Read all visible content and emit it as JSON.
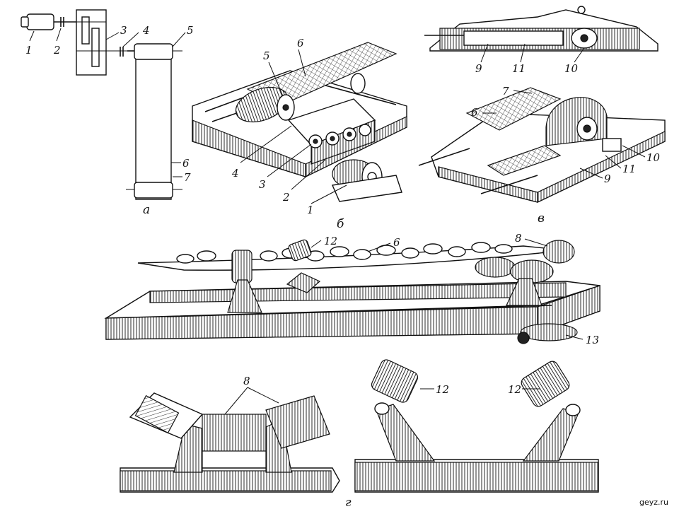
{
  "labels": {
    "a1": "1",
    "a2": "2",
    "a3": "3",
    "a4": "4",
    "a5": "5",
    "a6": "6",
    "a7": "7",
    "b1": "1",
    "b2": "2",
    "b3": "3",
    "b4": "4",
    "b5": "5",
    "b6": "6",
    "v7": "7",
    "v6": "6",
    "v9top": "9",
    "v11top": "11",
    "v10top": "10",
    "v10": "10",
    "v11": "11",
    "v9": "9",
    "g12": "12",
    "g6": "6",
    "g8": "8",
    "g13": "13",
    "d8": "8",
    "d12a": "12",
    "d12b": "12"
  },
  "captions": {
    "a": "а",
    "b": "б",
    "v": "в",
    "g": "г"
  },
  "watermark": "geyz.ru"
}
